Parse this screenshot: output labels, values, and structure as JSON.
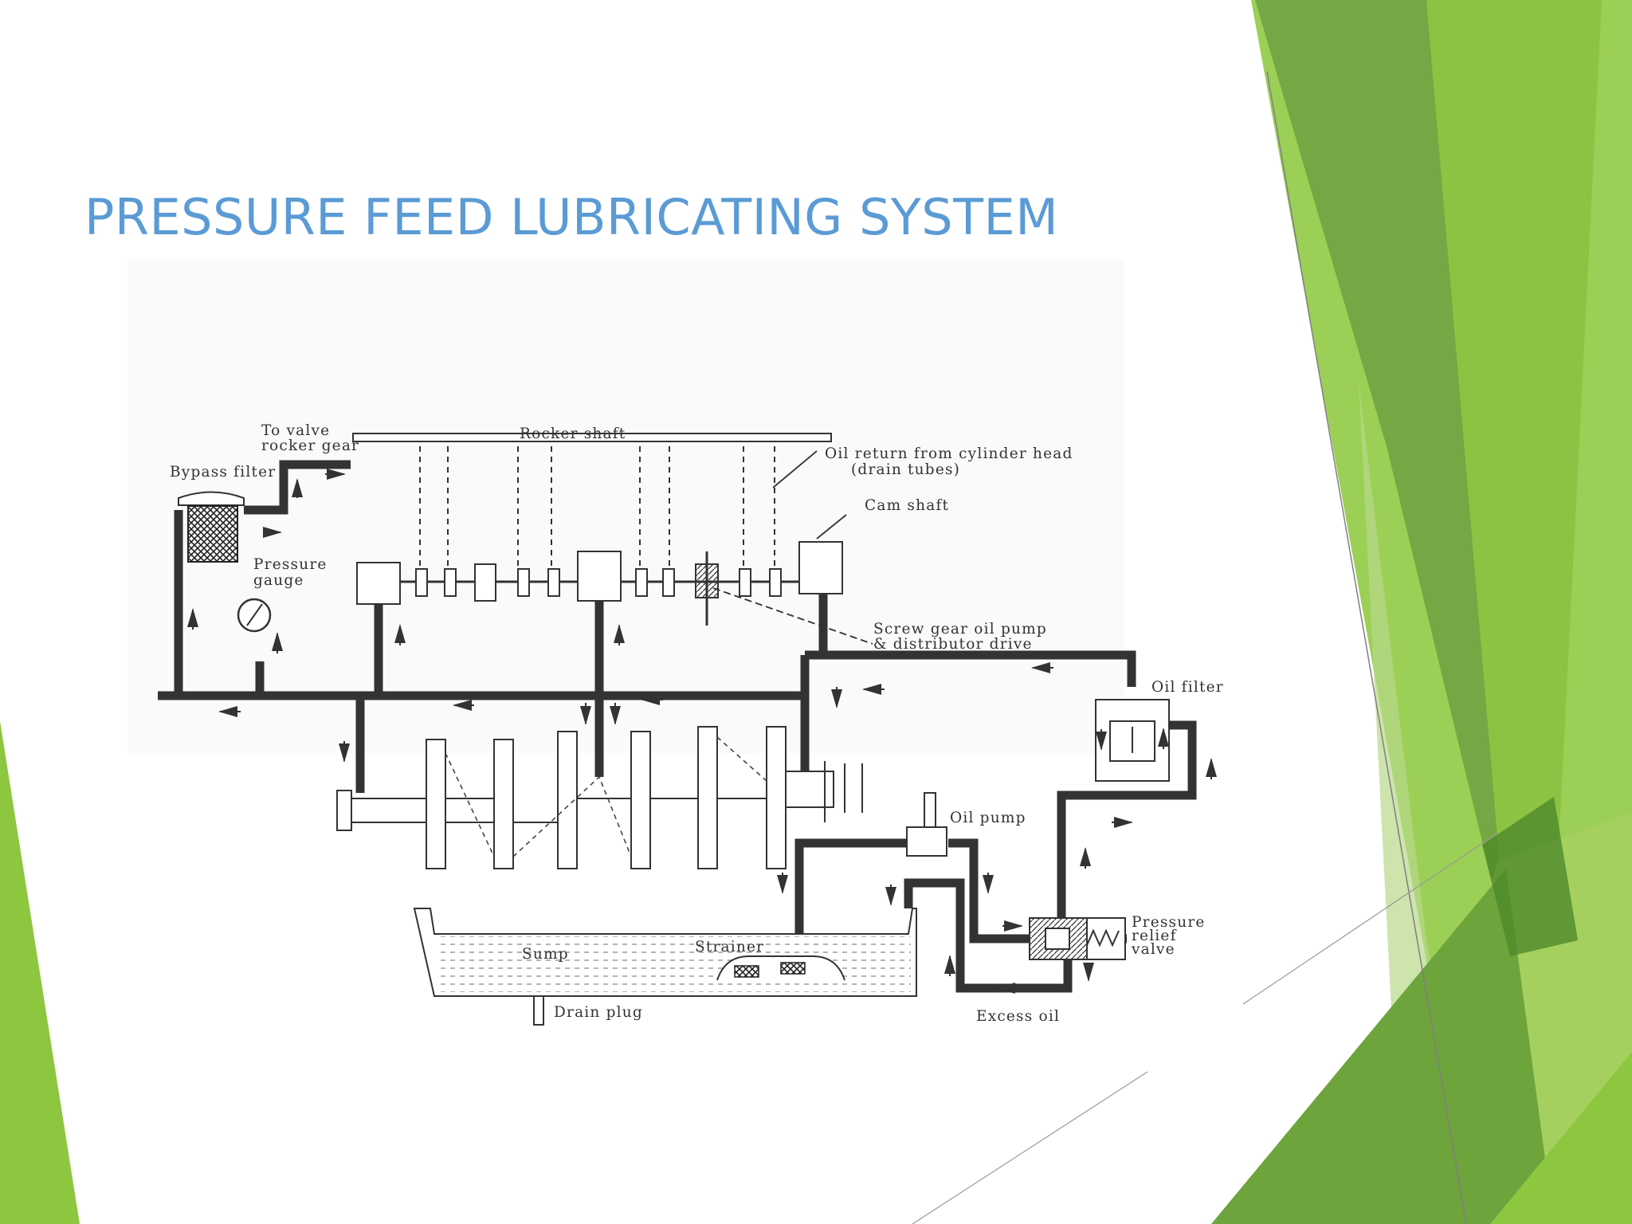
{
  "slide": {
    "title": "PRESSURE FEED LUBRICATING SYSTEM",
    "accent_colors": [
      "#5b9bd5",
      "#8dc63f",
      "#74a844",
      "#5e9a36",
      "#b8d98a"
    ]
  },
  "diagram": {
    "labels": {
      "to_valve_1": "To valve",
      "to_valve_2": "rocker gear",
      "rocker_shaft": "Rocker shaft",
      "bypass_filter": "Bypass filter",
      "oil_return_1": "Oil return from cylinder head",
      "oil_return_2": "(drain tubes)",
      "cam_shaft": "Cam shaft",
      "pressure_gauge_1": "Pressure",
      "pressure_gauge_2": "gauge",
      "screw_gear_1": "Screw gear oil pump",
      "screw_gear_2": "& distributor drive",
      "oil_filter": "Oil filter",
      "oil_pump": "Oil pump",
      "sump": "Sump",
      "strainer": "Strainer",
      "pressure_relief_1": "Pressure",
      "pressure_relief_2": "relief",
      "pressure_relief_3": "valve",
      "drain_plug": "Drain plug",
      "excess_oil": "Excess oil"
    }
  }
}
